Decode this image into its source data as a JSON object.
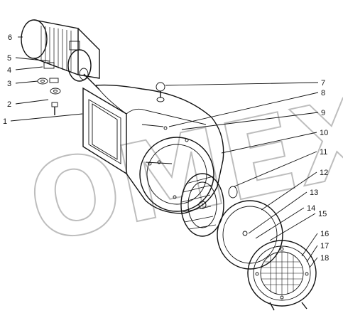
{
  "watermark": {
    "text": "ОМЕХ"
  },
  "callouts": [
    {
      "label": "1"
    },
    {
      "label": "2"
    },
    {
      "label": "3"
    },
    {
      "label": "4"
    },
    {
      "label": "5"
    },
    {
      "label": "6"
    },
    {
      "label": "7"
    },
    {
      "label": "8"
    },
    {
      "label": "9"
    },
    {
      "label": "10"
    },
    {
      "label": "11"
    },
    {
      "label": "12"
    },
    {
      "label": "13"
    },
    {
      "label": "14"
    },
    {
      "label": "15"
    },
    {
      "label": "16"
    },
    {
      "label": "17"
    },
    {
      "label": "18"
    }
  ]
}
